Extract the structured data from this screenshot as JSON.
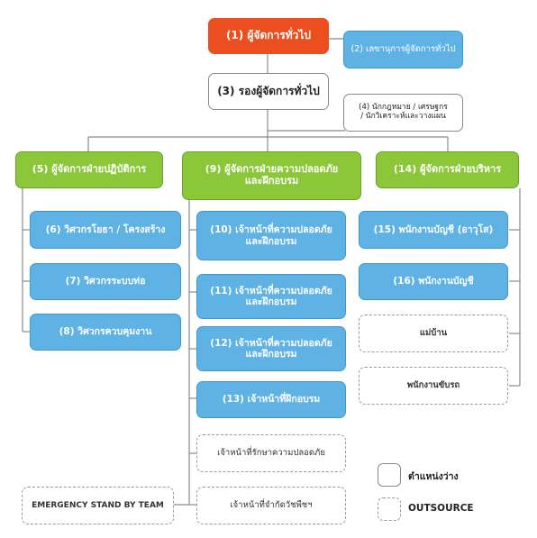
{
  "boxes": {
    "b1": "(1) ผู้จัดการทั่วไป",
    "b2": "(2) เลขานุการผู้จัดการทั่วไป",
    "b3": "(3) รองผู้จัดการทั่วไป",
    "b4": "(4) นักกฎหมาย / เศรษฐกร\n/ นักวิเคราะห์และวางแผน",
    "b5": "(5) ผู้จัดการฝ่ายปฏิบัติการ",
    "b9": "(9) ผู้จัดการฝ่ายความปลอดภัย\nและฝึกอบรม",
    "b14": "(14) ผู้จัดการฝ่ายบริหาร",
    "b6": "(6) วิศวกรโยธา / โครงสร้าง",
    "b7": "(7) วิศวกรระบบท่อ",
    "b8": "(8) วิศวกรควบคุมงาน",
    "b10": "(10) เจ้าหน้าที่ความปลอดภัย\nและฝึกอบรม",
    "b11": "(11) เจ้าหน้าที่ความปลอดภัย\nและฝึกอบรม",
    "b12": "(12) เจ้าหน้าที่ความปลอดภัย\nและฝึกอบรม",
    "b13": "(13) เจ้าหน้าที่ฝึกอบรม",
    "b15": "(15) พนักงานบัญชี (อาวุโส)",
    "b16": "(16) พนักงานบัญชี",
    "housekeeper": "แม่บ้าน",
    "driver": "พนักงานขับรถ",
    "guard": "เจ้าหน้าที่รักษาความปลอดภัย",
    "pest": "เจ้าหน้าที่จำกัดวัชพืชฯ",
    "emergency": "EMERGENCY STAND BY TEAM"
  },
  "legend": {
    "vacant": "ตำแหน่งว่าง",
    "outsource": "OUTSOURCE"
  },
  "colors": {
    "orange": "#ec4e1f",
    "blue": "#5fb3e4",
    "green": "#8cc739",
    "line": "#8a8a8a"
  }
}
